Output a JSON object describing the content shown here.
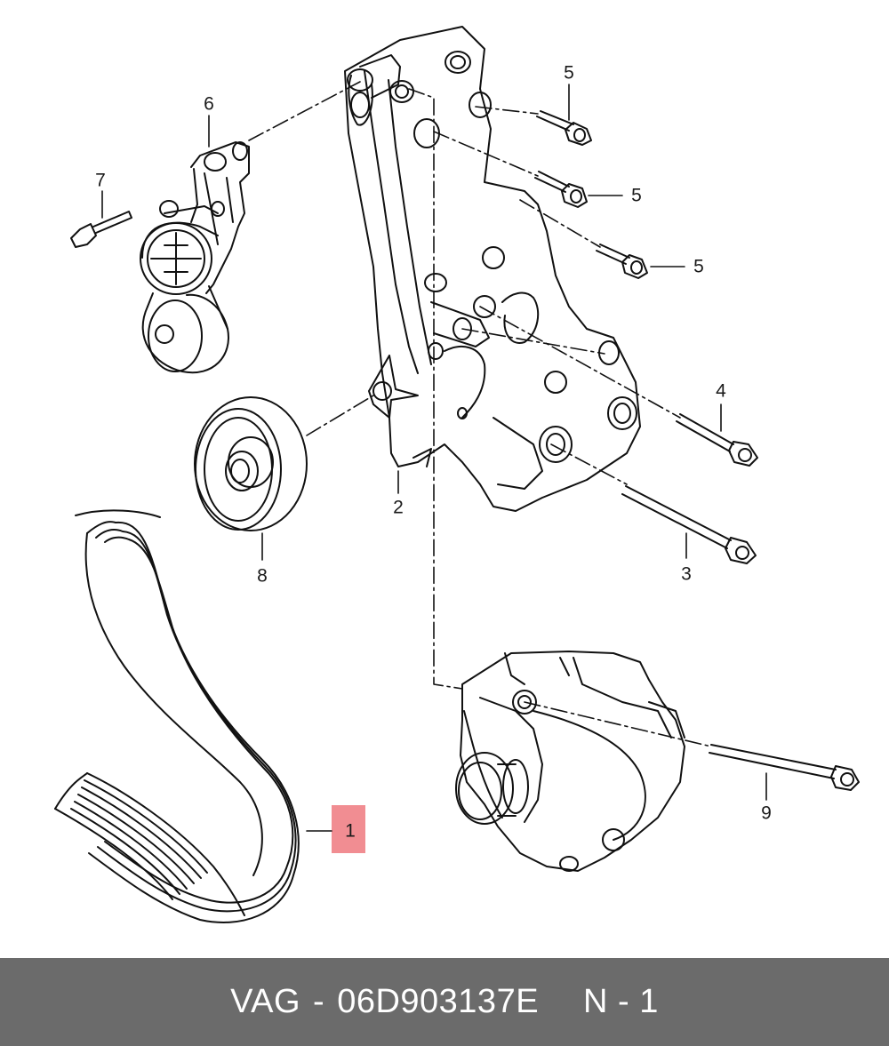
{
  "footer": {
    "brand": "VAG",
    "sep": "-",
    "part_number": "06D903137E",
    "position": "N - 1"
  },
  "callouts": {
    "c1": "1",
    "c2": "2",
    "c3": "3",
    "c4": "4",
    "c5a": "5",
    "c5b": "5",
    "c5c": "5",
    "c6": "6",
    "c7": "7",
    "c8": "8",
    "c9": "9"
  },
  "highlight_color": "#f18d92"
}
